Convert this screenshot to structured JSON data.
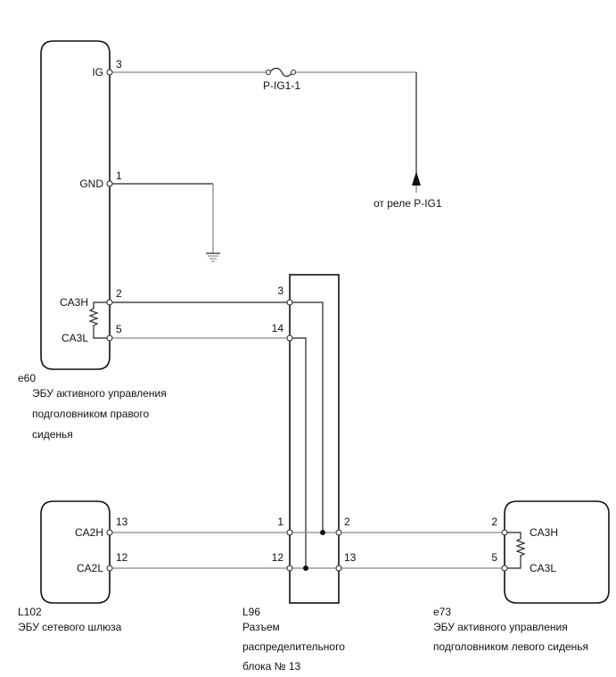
{
  "components": {
    "e60": {
      "code": "e60",
      "desc": [
        "ЭБУ активного управления",
        "подголовником правого",
        "сиденья"
      ],
      "pins": [
        {
          "name": "IG",
          "num": "3"
        },
        {
          "name": "GND",
          "num": "1"
        },
        {
          "name": "CA3H",
          "num": "2"
        },
        {
          "name": "CA3L",
          "num": "5"
        }
      ]
    },
    "l102": {
      "code": "L102",
      "desc": [
        "ЭБУ сетевого шлюза"
      ],
      "pins": [
        {
          "name": "CA2H",
          "num": "13"
        },
        {
          "name": "CA2L",
          "num": "12"
        }
      ]
    },
    "l96": {
      "code": "L96",
      "desc": [
        "Разъем",
        "распределительного",
        "блока № 13"
      ],
      "pins_left": [
        "3",
        "14",
        "1",
        "12"
      ],
      "pins_right": [
        "2",
        "13"
      ]
    },
    "e73": {
      "code": "e73",
      "desc": [
        "ЭБУ активного управления",
        "подголовником левого сиденья"
      ],
      "pins": [
        {
          "name": "CA3H",
          "num": "2"
        },
        {
          "name": "CA3L",
          "num": "5"
        }
      ]
    }
  },
  "fuse": {
    "label": "P-IG1-1"
  },
  "relay_source": {
    "label": "от реле P-IG1"
  },
  "ground": {
    "label": "ground"
  }
}
